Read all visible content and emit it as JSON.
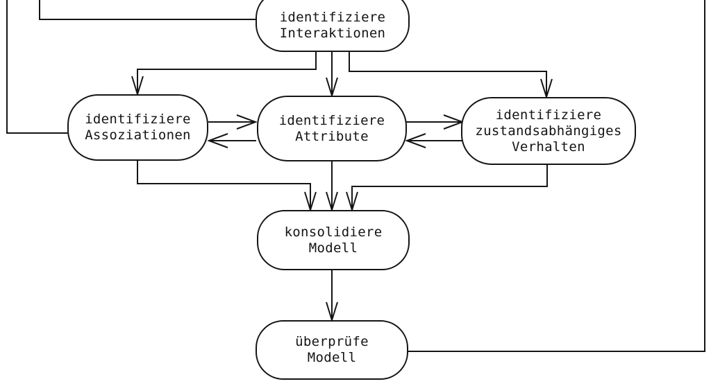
{
  "diagram": {
    "language": "de",
    "kind": "process-flow",
    "colors": {
      "background": "#ffffff",
      "stroke": "#141414",
      "text": "#141414"
    },
    "nodes": {
      "interaktionen": {
        "label": "identifiziere\nInteraktionen"
      },
      "assoziationen": {
        "label": "identifiziere\nAssoziationen"
      },
      "attribute": {
        "label": "identifiziere\nAttribute"
      },
      "verhalten": {
        "label": "identifiziere\nzustandsabhängiges\nVerhalten"
      },
      "konsolidiere": {
        "label": "konsolidiere\nModell"
      },
      "ueberpruefe": {
        "label": "überprüfe\nModell"
      }
    },
    "edges": [
      {
        "from": "offscreen-top-left-outer",
        "to": "assoziationen",
        "arrowhead": false
      },
      {
        "from": "offscreen-top-left-inner",
        "to": "interaktionen",
        "arrowhead": false
      },
      {
        "from": "interaktionen",
        "to": "assoziationen",
        "arrowhead": true
      },
      {
        "from": "interaktionen",
        "to": "attribute",
        "arrowhead": true
      },
      {
        "from": "interaktionen",
        "to": "verhalten",
        "arrowhead": true
      },
      {
        "from": "assoziationen",
        "to": "attribute",
        "arrowhead": true
      },
      {
        "from": "attribute",
        "to": "assoziationen",
        "arrowhead": true
      },
      {
        "from": "attribute",
        "to": "verhalten",
        "arrowhead": true
      },
      {
        "from": "verhalten",
        "to": "attribute",
        "arrowhead": true
      },
      {
        "from": "assoziationen",
        "to": "konsolidiere",
        "arrowhead": true
      },
      {
        "from": "attribute",
        "to": "konsolidiere",
        "arrowhead": true
      },
      {
        "from": "verhalten",
        "to": "konsolidiere",
        "arrowhead": true
      },
      {
        "from": "konsolidiere",
        "to": "ueberpruefe",
        "arrowhead": true
      },
      {
        "from": "ueberpruefe",
        "to": "offscreen-top-right",
        "arrowhead": false
      }
    ]
  }
}
